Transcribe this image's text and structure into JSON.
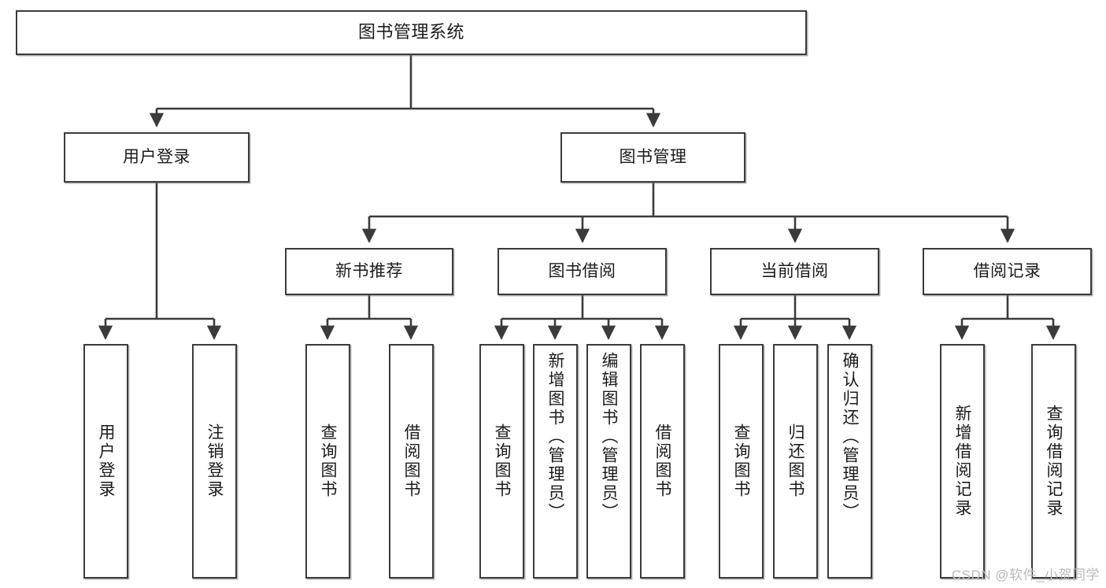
{
  "diagram": {
    "title": "图书管理系统",
    "type": "tree",
    "watermark": "CSDN @软件_小贺同学",
    "stroke_color": "#3b3b3b",
    "fill_color": "#ffffff",
    "text_color": "#1b1b1b",
    "watermark_color": "#b9b9b9"
  },
  "nodes": {
    "root": {
      "label": "图书管理系统"
    },
    "level1": [
      {
        "label": "用户登录"
      },
      {
        "label": "图书管理"
      }
    ],
    "level2": [
      {
        "label": "新书推荐"
      },
      {
        "label": "图书借阅"
      },
      {
        "label": "当前借阅"
      },
      {
        "label": "借阅记录"
      }
    ],
    "leaves": {
      "user_login": [
        {
          "label": "用户登录"
        },
        {
          "label": "注销登录"
        }
      ],
      "new_book_recommend": [
        {
          "label": "查询图书"
        },
        {
          "label": "借阅图书"
        }
      ],
      "book_borrow": [
        {
          "label": "查询图书"
        },
        {
          "label": "新增图书（管理员）"
        },
        {
          "label": "编辑图书（管理员）"
        },
        {
          "label": "借阅图书"
        }
      ],
      "current_borrow": [
        {
          "label": "查询图书"
        },
        {
          "label": "归还图书"
        },
        {
          "label": "确认归还（管理员）"
        }
      ],
      "borrow_record": [
        {
          "label": "新增借阅记录"
        },
        {
          "label": "查询借阅记录"
        }
      ]
    }
  }
}
